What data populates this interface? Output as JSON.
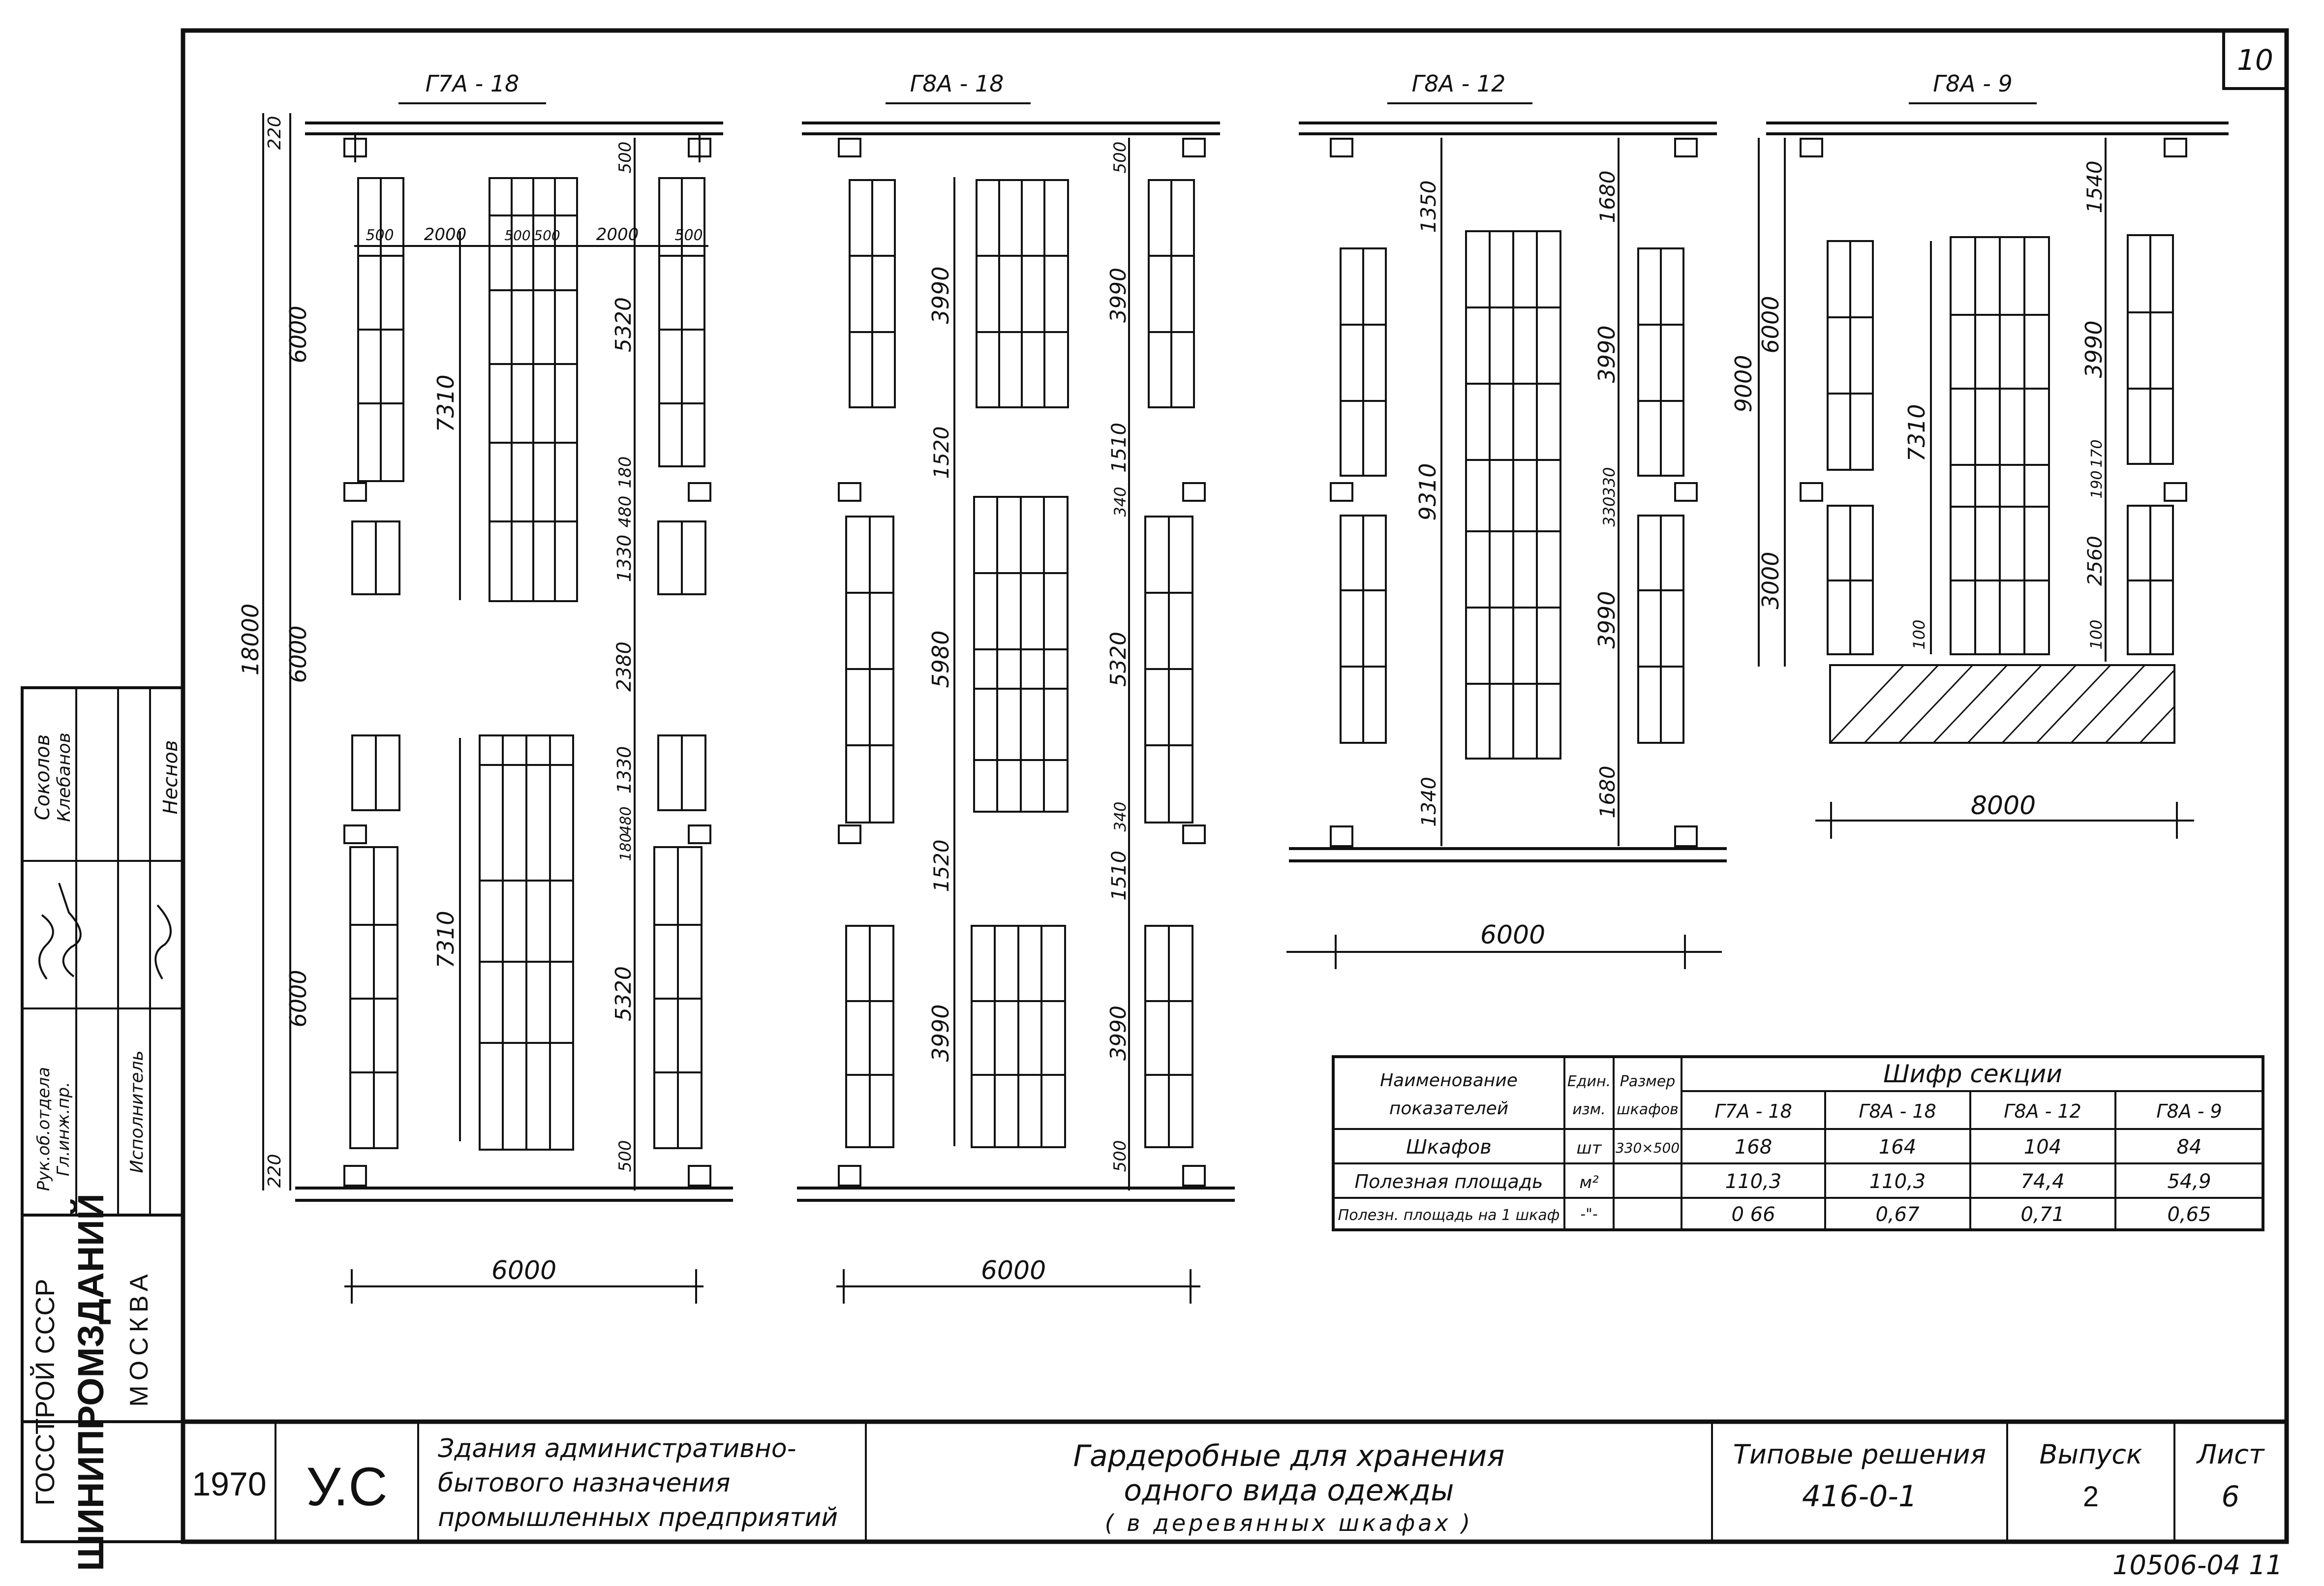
{
  "sheet_number": "10",
  "plans": [
    {
      "title": "Г7А - 18",
      "dims_left": [
        "220",
        "6000",
        "18000",
        "6000",
        "6000",
        "220"
      ],
      "dims_middle": [
        "7310",
        "7310"
      ],
      "dims_right": [
        "500",
        "5320",
        "180",
        "480",
        "1330",
        "2380",
        "1330",
        "480",
        "180",
        "5320",
        "500"
      ],
      "dims_top": [
        "500",
        "2000",
        "500",
        "500",
        "2000",
        "500"
      ],
      "width": "6000"
    },
    {
      "title": "Г8А - 18",
      "dims_middle": [
        "3990",
        "1520",
        "5980",
        "1520",
        "3990"
      ],
      "dims_right": [
        "500",
        "3990",
        "1510",
        "340",
        "5320",
        "340",
        "1510",
        "3990",
        "500"
      ],
      "width": "6000"
    },
    {
      "title": "Г8А - 12",
      "dims_middle": [
        "1350",
        "9310",
        "1340"
      ],
      "dims_right": [
        "1680",
        "3990",
        "330",
        "330",
        "3990",
        "1680"
      ],
      "width": "6000"
    },
    {
      "title": "Г8А - 9",
      "dims_left": [
        "9000",
        "6000",
        "3000"
      ],
      "dims_middle": [
        "7310",
        "100"
      ],
      "dims_right": [
        "1540",
        "3990",
        "190",
        "170",
        "2560",
        "100"
      ],
      "width": "8000"
    }
  ],
  "table": {
    "header_name": [
      "Наименование",
      "показателей"
    ],
    "header_unit": [
      "Един.",
      "изм."
    ],
    "header_size": [
      "Размер",
      "шкафов"
    ],
    "header_group": "Шифр   секции",
    "columns": [
      "Г7А - 18",
      "Г8А - 18",
      "Г8А - 12",
      "Г8А - 9"
    ],
    "rows": [
      {
        "name": "Шкафов",
        "unit": "шт",
        "size": "330×500",
        "values": [
          "168",
          "164",
          "104",
          "84"
        ]
      },
      {
        "name": "Полезная площадь",
        "unit": "м²",
        "size": "",
        "values": [
          "110,3",
          "110,3",
          "74,4",
          "54,9"
        ]
      },
      {
        "name": "Полезн. площадь на 1 шкаф",
        "unit": "-\"-",
        "size": "",
        "values": [
          "0 66",
          "0,67",
          "0,71",
          "0,65"
        ]
      }
    ]
  },
  "side_stamp": {
    "org_line1": "ГОССТРОЙ СССР",
    "org_line2": "ШИНИПРОМЗДАНИЙ",
    "org_line3": "МОСКВА",
    "roles": [
      "Рук.об.отдела",
      "Гл.инж.пр.",
      "Исполнитель"
    ],
    "names": [
      "Соколов",
      "Клебанов",
      "Неснов"
    ]
  },
  "title_block": {
    "year": "1970",
    "mark": "У.С",
    "project": [
      "Здания административно-",
      "бытового назначения",
      "промышленных предприятий"
    ],
    "title": [
      "Гардеробные для хранения",
      "одного вида одежды",
      "( в деревянных шкафах )"
    ],
    "series_label": "Типовые решения",
    "series": "416-0-1",
    "issue_label": "Выпуск",
    "issue": "2",
    "sheet_label": "Лист",
    "sheet": "6"
  },
  "footer_code": "10506-04  11"
}
